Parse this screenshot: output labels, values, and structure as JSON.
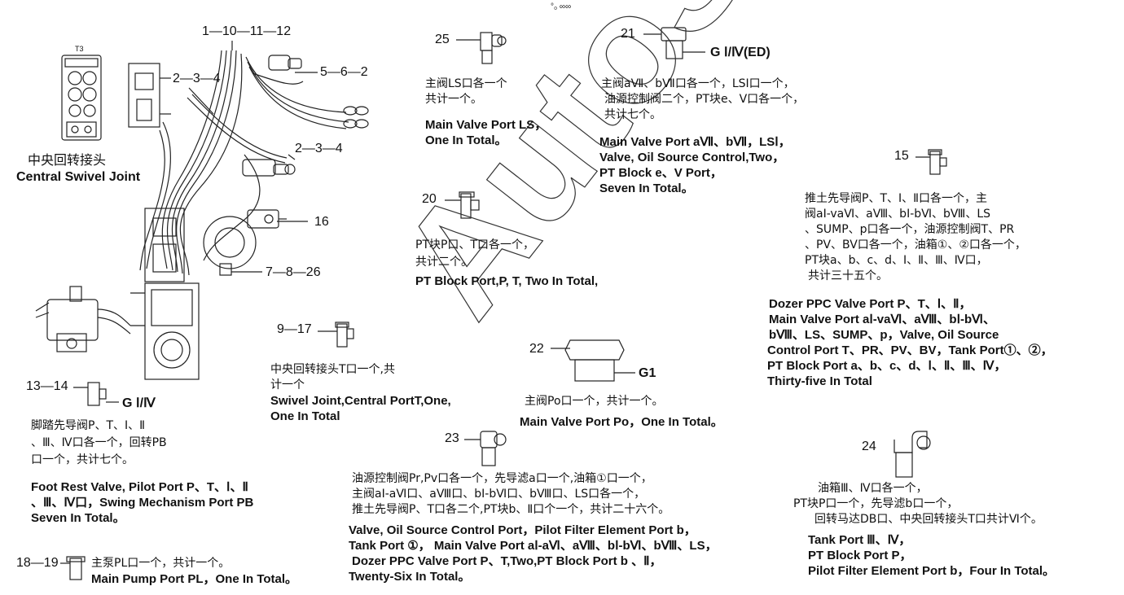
{
  "top_marker": "°₀ ∞∞",
  "watermark": "AutoSoft",
  "swivel": {
    "zh": "中央回转接头",
    "en": "Central Swivel Joint",
    "tag": "T3"
  },
  "callouts": {
    "c1_10_11_12": "1—10—11—12",
    "c2_3_4_top": "2—3—4",
    "c5_6_2": "5—6—2",
    "c2_3_4_mid": "2—3—4",
    "c16": "16",
    "c7_8_26": "7—8—26",
    "c9_17": "9—17",
    "c13_14": "13—14",
    "c18_19": "18—19",
    "c25": "25",
    "c21": "21",
    "c20": "20",
    "c22": "22",
    "c23": "23",
    "c15": "15",
    "c24": "24"
  },
  "thread_gi_iv_ed": "G Ⅰ/Ⅳ(ED)",
  "thread_g1": "G1",
  "thread_gi_iv": "G Ⅰ/Ⅳ",
  "b25": {
    "zh": [
      "主阀LS口各一个",
      "共计一个。"
    ],
    "en": [
      "Main Valve Port LS，",
      "One In Total。"
    ]
  },
  "b21": {
    "zh": [
      "主阀aⅦ、bⅦ口各一个，LSⅠ口一个，",
      "油源控制阀二个，PT块e、V口各一个，",
      "共计七个。"
    ],
    "en": [
      "Main Valve Port aⅦ、bⅦ，LSⅠ，",
      "Valve, Oil Source Control,Two，",
      "PT Block e、V Port，",
      "Seven In Total。"
    ]
  },
  "b20": {
    "zh": [
      "PT块P口、T口各一个，",
      "共计二个。"
    ],
    "en": [
      "PT Block Port,P, T, Two In Total,"
    ]
  },
  "b9_17": {
    "zh": [
      "中央回转接头T口一个,共",
      "计一个"
    ],
    "en": [
      "Swivel Joint,Central PortT,One,",
      "One In Total"
    ]
  },
  "b22": {
    "zh": [
      "主阀Po口一个，共计一个。"
    ],
    "en": [
      "Main Valve Port Po，One In Total。"
    ]
  },
  "b13_14": {
    "zh": [
      "脚踏先导阀P、T、Ⅰ、Ⅱ",
      "、Ⅲ、Ⅳ口各一个，回转PB",
      "口一个，共计七个。"
    ],
    "en": [
      "Foot Rest Valve, Pilot Port P、T、Ⅰ、Ⅱ",
      "、Ⅲ、Ⅳ口，Swing Mechanism Port PB",
      "Seven In Total。"
    ]
  },
  "b18_19": {
    "zh": "主泵PL口一个，共计一个。",
    "en": "Main Pump Port PL，One In Total。"
  },
  "b23": {
    "zh": [
      "油源控制阀Pr,Pv口各一个，先导滤a口一个,油箱①口一个，",
      "主阀aⅠ-aⅥ口、aⅧ口、bⅠ-bⅥ口、bⅧ口、LS口各一个，",
      "推土先导阀P、T口各二个,PT块b、Ⅱ口个一个，共计二十六个。"
    ],
    "en": [
      "Valve, Oil Source Control Port，Pilot Filter Element Port b，",
      "Tank Port ①，  Main Valve Port aⅠ-aⅥ、aⅧ、bⅠ-bⅥ、bⅧ、LS，",
      "Dozer PPC Valve Port P、T,Two,PT Block Port b 、Ⅱ，",
      "Twenty-Six In Total。"
    ]
  },
  "b15": {
    "zh": [
      "推土先导阀P、T、Ⅰ、Ⅱ口各一个，主",
      "阀aⅠ-vaⅥ、aⅧ、bⅠ-bⅥ、bⅧ、LS",
      "、SUMP、p口各一个，油源控制阀T、PR",
      "、PV、BV口各一个，油箱①、②口各一个，",
      "PT块a、b、c、d、Ⅰ、Ⅱ、Ⅲ、Ⅳ口，",
      "共计三十五个。"
    ],
    "en": [
      "Dozer PPC Valve Port P、T、Ⅰ、Ⅱ，",
      "Main Valve Port aⅠ-vaⅥ、aⅧ、bⅠ-bⅥ、",
      "bⅧ、LS、SUMP、p，Valve, Oil Source",
      "Control Port T、PR、PV、BV，Tank Port①、②，",
      "PT Block Port a、b、c、d、Ⅰ、Ⅱ、Ⅲ、Ⅳ，",
      "Thirty-five In Total"
    ]
  },
  "b24": {
    "zh": [
      "油箱Ⅲ、Ⅳ口各一个，",
      "PT块P口一个，先导滤b口一个，",
      "回转马达DB口、中央回转接头T口共计Ⅵ个。"
    ],
    "en": [
      "Tank Port Ⅲ、Ⅳ，",
      "PT Block Port P，",
      "Pilot Filter Element Port b，Four In Total。"
    ]
  }
}
